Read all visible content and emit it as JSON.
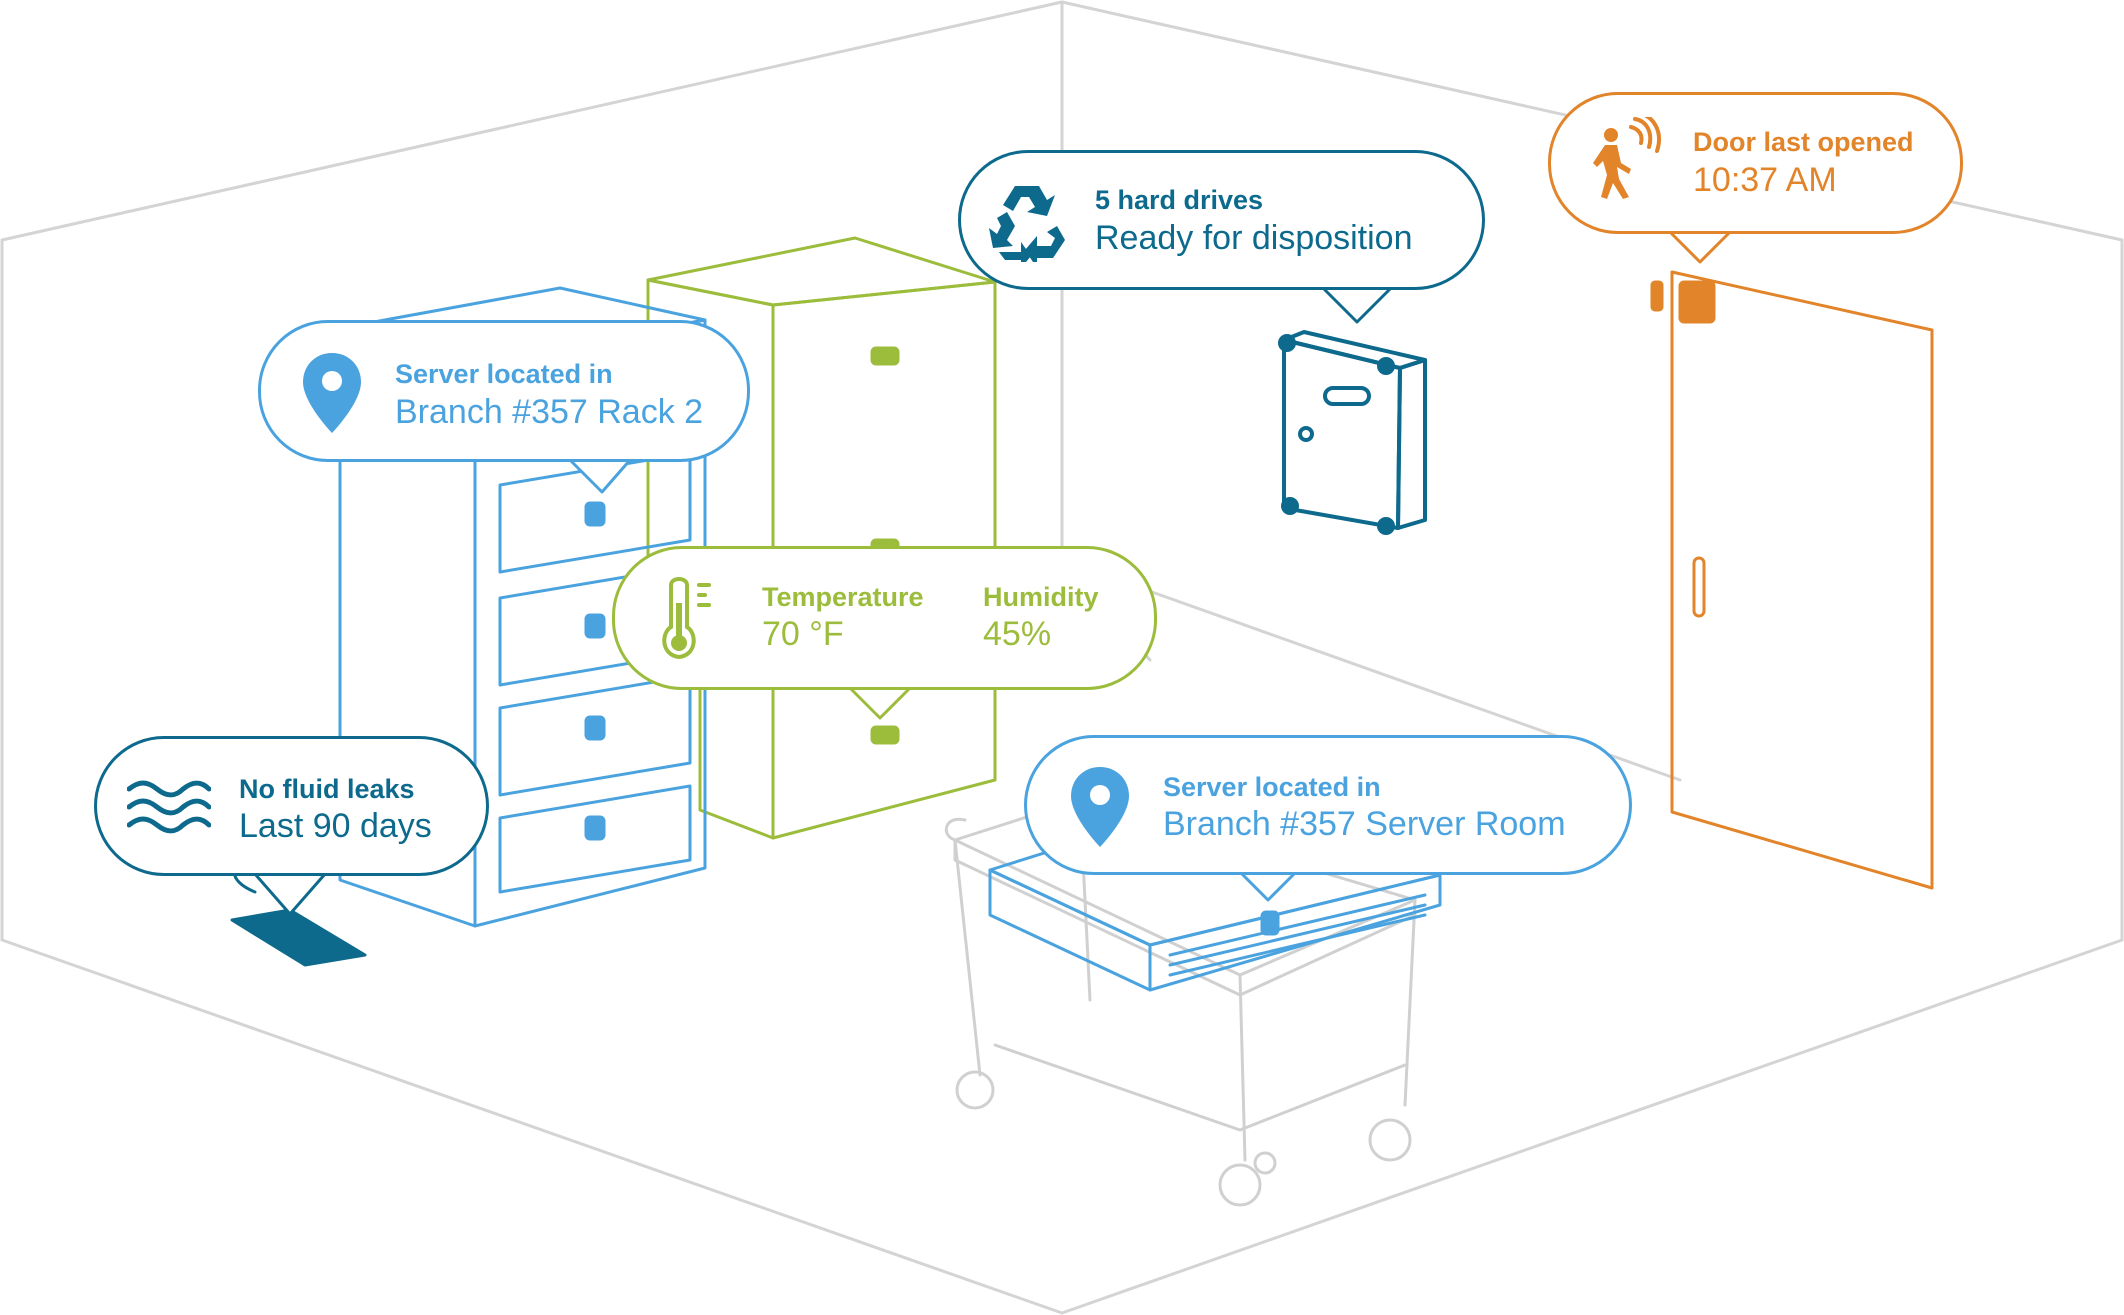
{
  "colors": {
    "room": "#d4d4d4",
    "blue": "#4aa3df",
    "teal": "#0d6a8d",
    "green": "#9cbc3c",
    "orange": "#e2842a",
    "cart": "#d0d0d0"
  },
  "callouts": {
    "rack_location": {
      "title": "Server located in",
      "value": "Branch #357 Rack 2",
      "icon": "map-pin-icon"
    },
    "disposition": {
      "title": "5 hard drives",
      "value": "Ready for disposition",
      "icon": "recycle-icon"
    },
    "door": {
      "title": "Door last opened",
      "value": "10:37 AM",
      "icon": "walking-person-motion-icon"
    },
    "environment": {
      "icon": "thermometer-icon",
      "temperature_label": "Temperature",
      "temperature_value": "70 °F",
      "humidity_label": "Humidity",
      "humidity_value": "45%"
    },
    "leak": {
      "title": "No fluid leaks",
      "value": "Last 90 days",
      "icon": "water-waves-icon"
    },
    "server_room": {
      "title": "Server located in",
      "value": "Branch #357 Server Room",
      "icon": "map-pin-icon"
    }
  }
}
